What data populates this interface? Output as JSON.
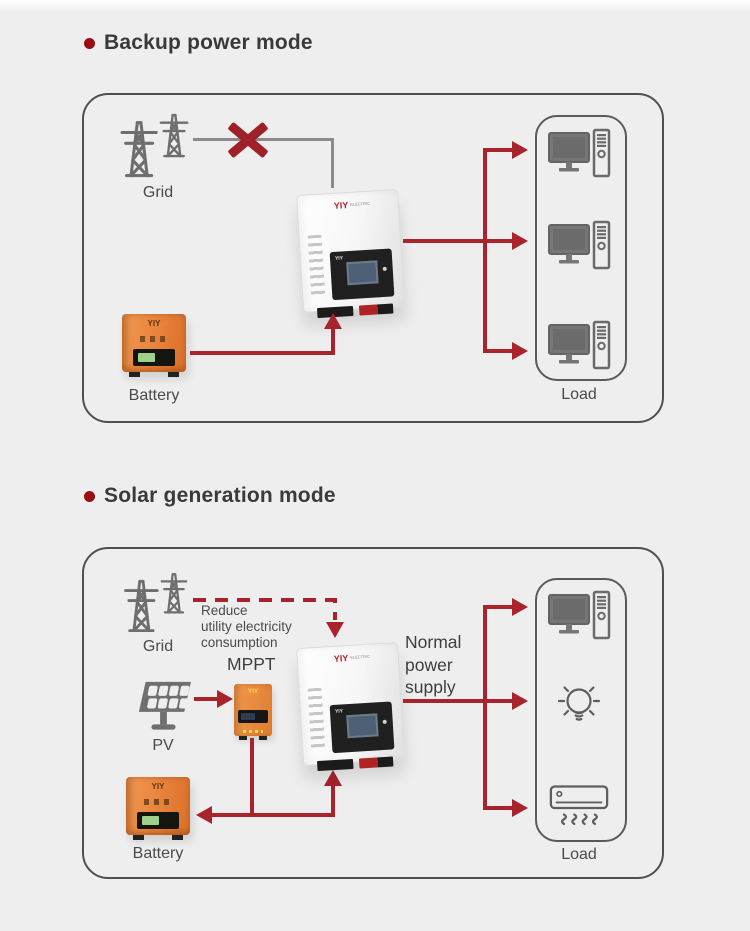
{
  "colors": {
    "background": "#efeeee",
    "accent_red": "#a8232c",
    "bullet_red": "#9a0c10",
    "device_orange": "#e8813a",
    "line_gray": "#8b8b8b",
    "icon_gray": "#6e6e6e",
    "panel_border_gray": "#4f4f4f"
  },
  "section1": {
    "title": "Backup power mode",
    "grid_label": "Grid",
    "battery_label": "Battery",
    "load_label": "Load"
  },
  "section2": {
    "title": "Solar generation mode",
    "grid_label": "Grid",
    "pv_label": "PV",
    "mppt_label": "MPPT",
    "battery_label": "Battery",
    "load_label": "Load",
    "reduce_note": [
      "Reduce",
      "utility electricity",
      "consumption"
    ],
    "supply_note": [
      "Normal",
      "power",
      "supply"
    ]
  },
  "devices": {
    "inverter_brand": "YIY",
    "inverter_brand_suffix": "ELECTRIC",
    "battery_brand": "YIY",
    "mppt_brand": "YIY"
  }
}
